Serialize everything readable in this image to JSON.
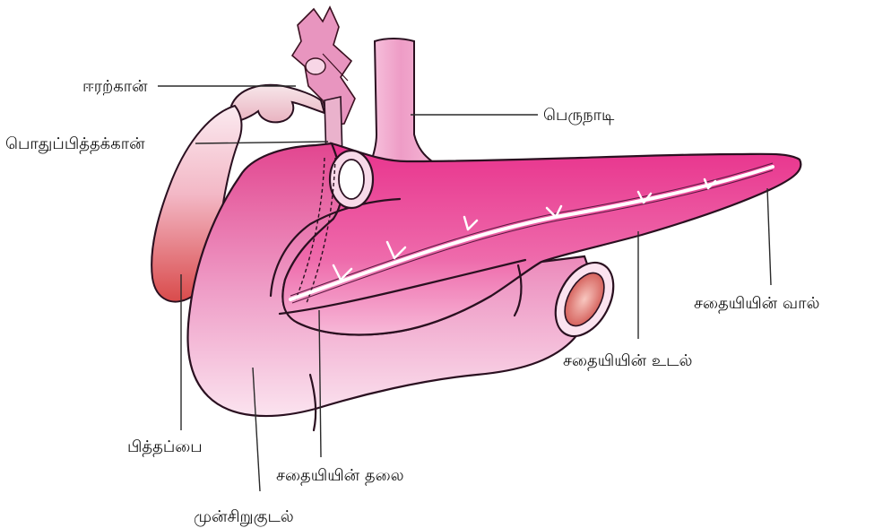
{
  "labels": {
    "hepatic_duct": "ஈரற்கான்",
    "common_bile_duct": "பொதுப்பித்தக்கான்",
    "aorta": "பெருநாடி",
    "pancreas_tail": "சதையியின் வால்",
    "pancreas_body": "சதையியின் உடல்",
    "gall_bladder": "பித்தப்பை",
    "pancreas_head": "சதையியின் தலை",
    "duodenum": "முன்சிறுகுடல்"
  },
  "colors": {
    "pancreas": "#e8328c",
    "gall_bladder": "#d94b4b",
    "duodenum_light": "#f6cfe6",
    "vessel": "#e77fb3",
    "background": "#ffffff"
  }
}
